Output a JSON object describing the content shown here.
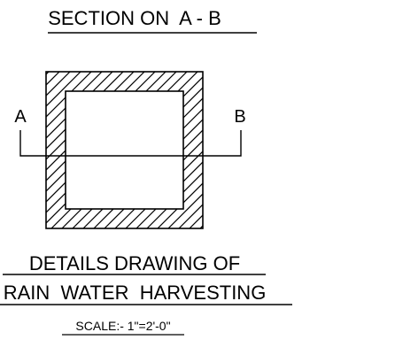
{
  "title": "SECTION ON  A - B",
  "section_marks": {
    "left": "A",
    "right": "B"
  },
  "caption": {
    "line1": "DETAILS DRAWING OF",
    "line2": "RAIN  WATER  HARVESTING",
    "scale": "SCALE:- 1\"=2'-0\""
  },
  "colors": {
    "line": "#000000",
    "background": "#ffffff"
  }
}
